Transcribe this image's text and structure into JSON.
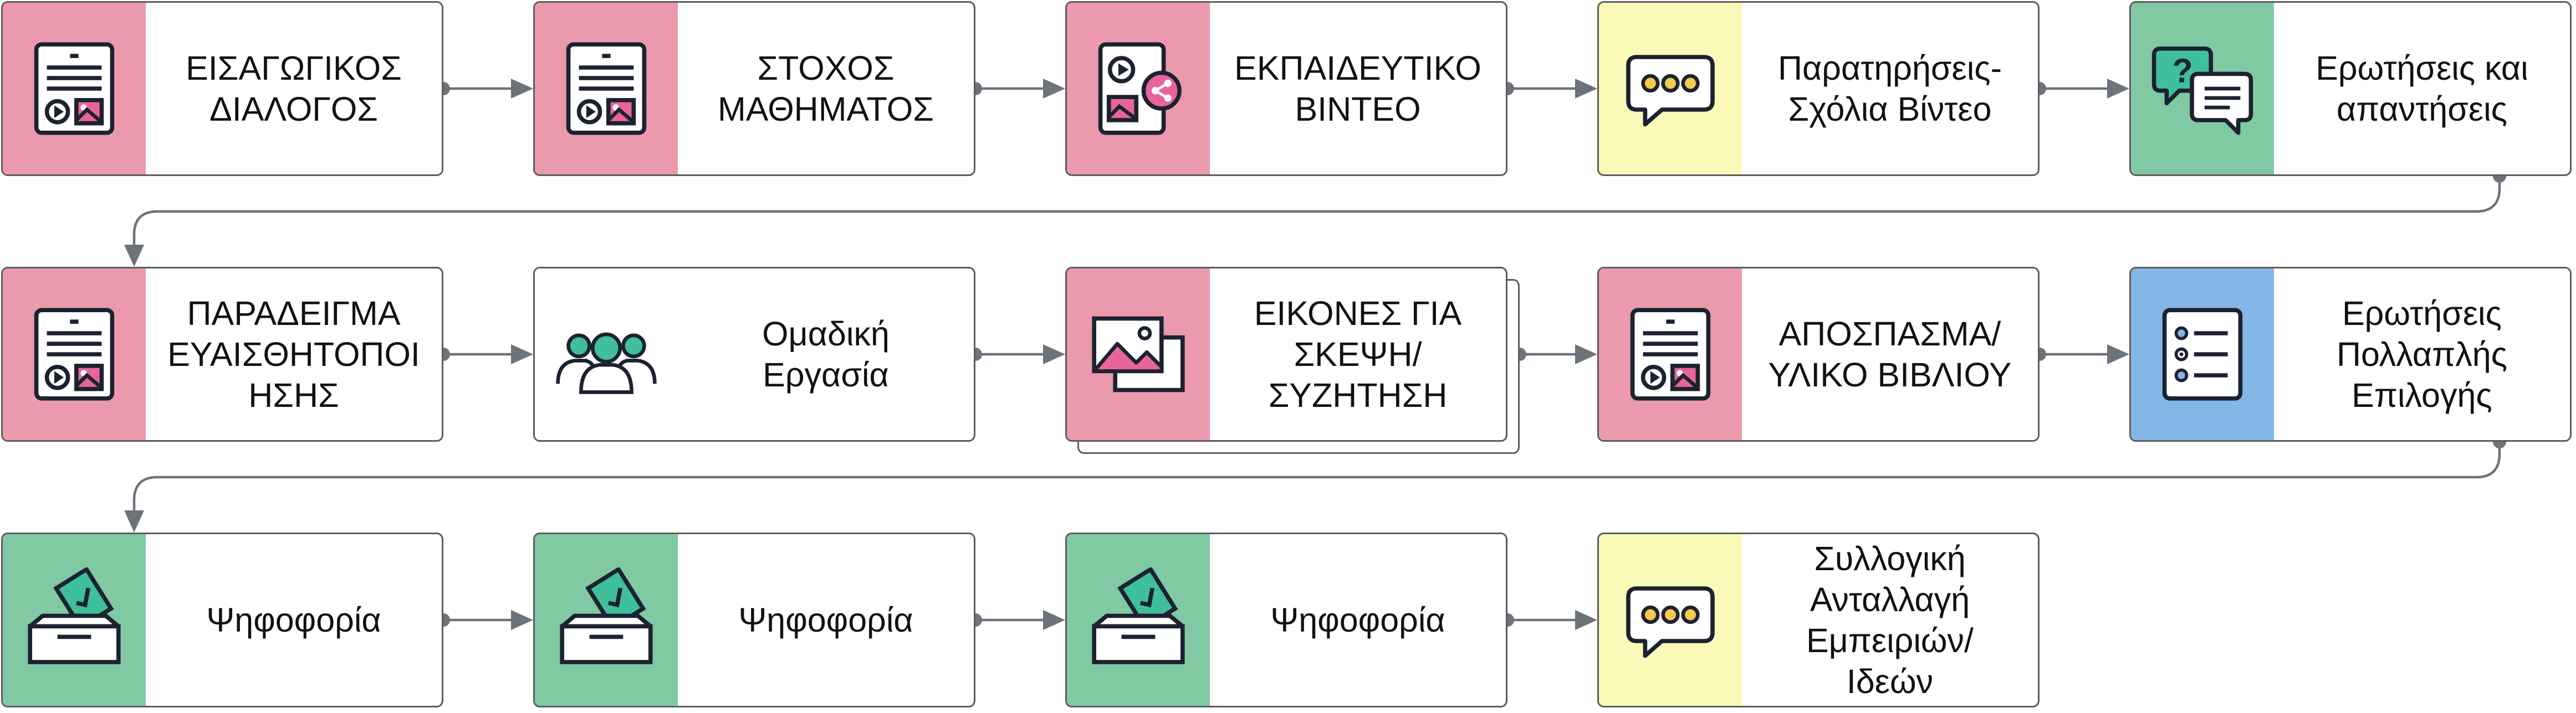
{
  "colors": {
    "pink": "#eb9aae",
    "yellow": "#fbf9b8",
    "green": "#80c9a3",
    "blue": "#85b6e8",
    "connector": "#6d737b"
  },
  "nodes": [
    {
      "id": "n1",
      "label": "ΕΙΣΑΓΩΓΙΚΟΣ\nΔΙΑΛΟΓΟΣ",
      "icon": "media-page-icon",
      "color": "pink"
    },
    {
      "id": "n2",
      "label": "ΣΤΟΧΟΣ\nΜΑΘΗΜΑΤΟΣ",
      "icon": "media-page-icon",
      "color": "pink"
    },
    {
      "id": "n3",
      "label": "ΕΚΠΑΙΔΕΥΤΙΚΟ\nΒΙΝΤΕΟ",
      "icon": "video-share-icon",
      "color": "pink"
    },
    {
      "id": "n4",
      "label": "Παρατηρήσεις-\nΣχόλια Βίντεο",
      "icon": "chat-bubble-icon",
      "color": "yellow"
    },
    {
      "id": "n5",
      "label": "Ερωτήσεις και\nαπαντήσεις",
      "icon": "question-chat-icon",
      "color": "green"
    },
    {
      "id": "n6",
      "label": "ΠΑΡΑΔΕΙΓΜΑ\nΕΥΑΙΣΘΗΤΟΠΟΙ\nΗΣΗΣ",
      "icon": "media-page-icon",
      "color": "pink"
    },
    {
      "id": "n7",
      "label": "Ομαδική\nΕργασία",
      "icon": "team-icon",
      "color": "none"
    },
    {
      "id": "n8",
      "label": "ΕΙΚΟΝΕΣ ΓΙΑ\nΣΚΕΨΗ/\nΣΥΖΗΤΗΣΗ",
      "icon": "images-icon",
      "color": "pink",
      "stacked": true
    },
    {
      "id": "n9",
      "label": "ΑΠΟΣΠΑΣΜΑ/\nΥΛΙΚΟ ΒΙΒΛΙΟΥ",
      "icon": "media-page-icon",
      "color": "pink"
    },
    {
      "id": "n10",
      "label": "Ερωτήσεις\nΠολλαπλής\nΕπιλογής",
      "icon": "list-icon",
      "color": "blue"
    },
    {
      "id": "n11",
      "label": "Ψηφοφορία",
      "icon": "ballot-box-icon",
      "color": "green"
    },
    {
      "id": "n12",
      "label": "Ψηφοφορία",
      "icon": "ballot-box-icon",
      "color": "green"
    },
    {
      "id": "n13",
      "label": "Ψηφοφορία",
      "icon": "ballot-box-icon",
      "color": "green"
    },
    {
      "id": "n14",
      "label": "Συλλογική\nΑνταλλαγή\nΕμπειριών/\nΙδεών",
      "icon": "chat-bubble-icon",
      "color": "yellow"
    }
  ],
  "edges": [
    [
      "n1",
      "n2"
    ],
    [
      "n2",
      "n3"
    ],
    [
      "n3",
      "n4"
    ],
    [
      "n4",
      "n5"
    ],
    [
      "n5",
      "n6"
    ],
    [
      "n6",
      "n7"
    ],
    [
      "n7",
      "n8"
    ],
    [
      "n8",
      "n9"
    ],
    [
      "n9",
      "n10"
    ],
    [
      "n10",
      "n11"
    ],
    [
      "n11",
      "n12"
    ],
    [
      "n12",
      "n13"
    ],
    [
      "n13",
      "n14"
    ]
  ]
}
